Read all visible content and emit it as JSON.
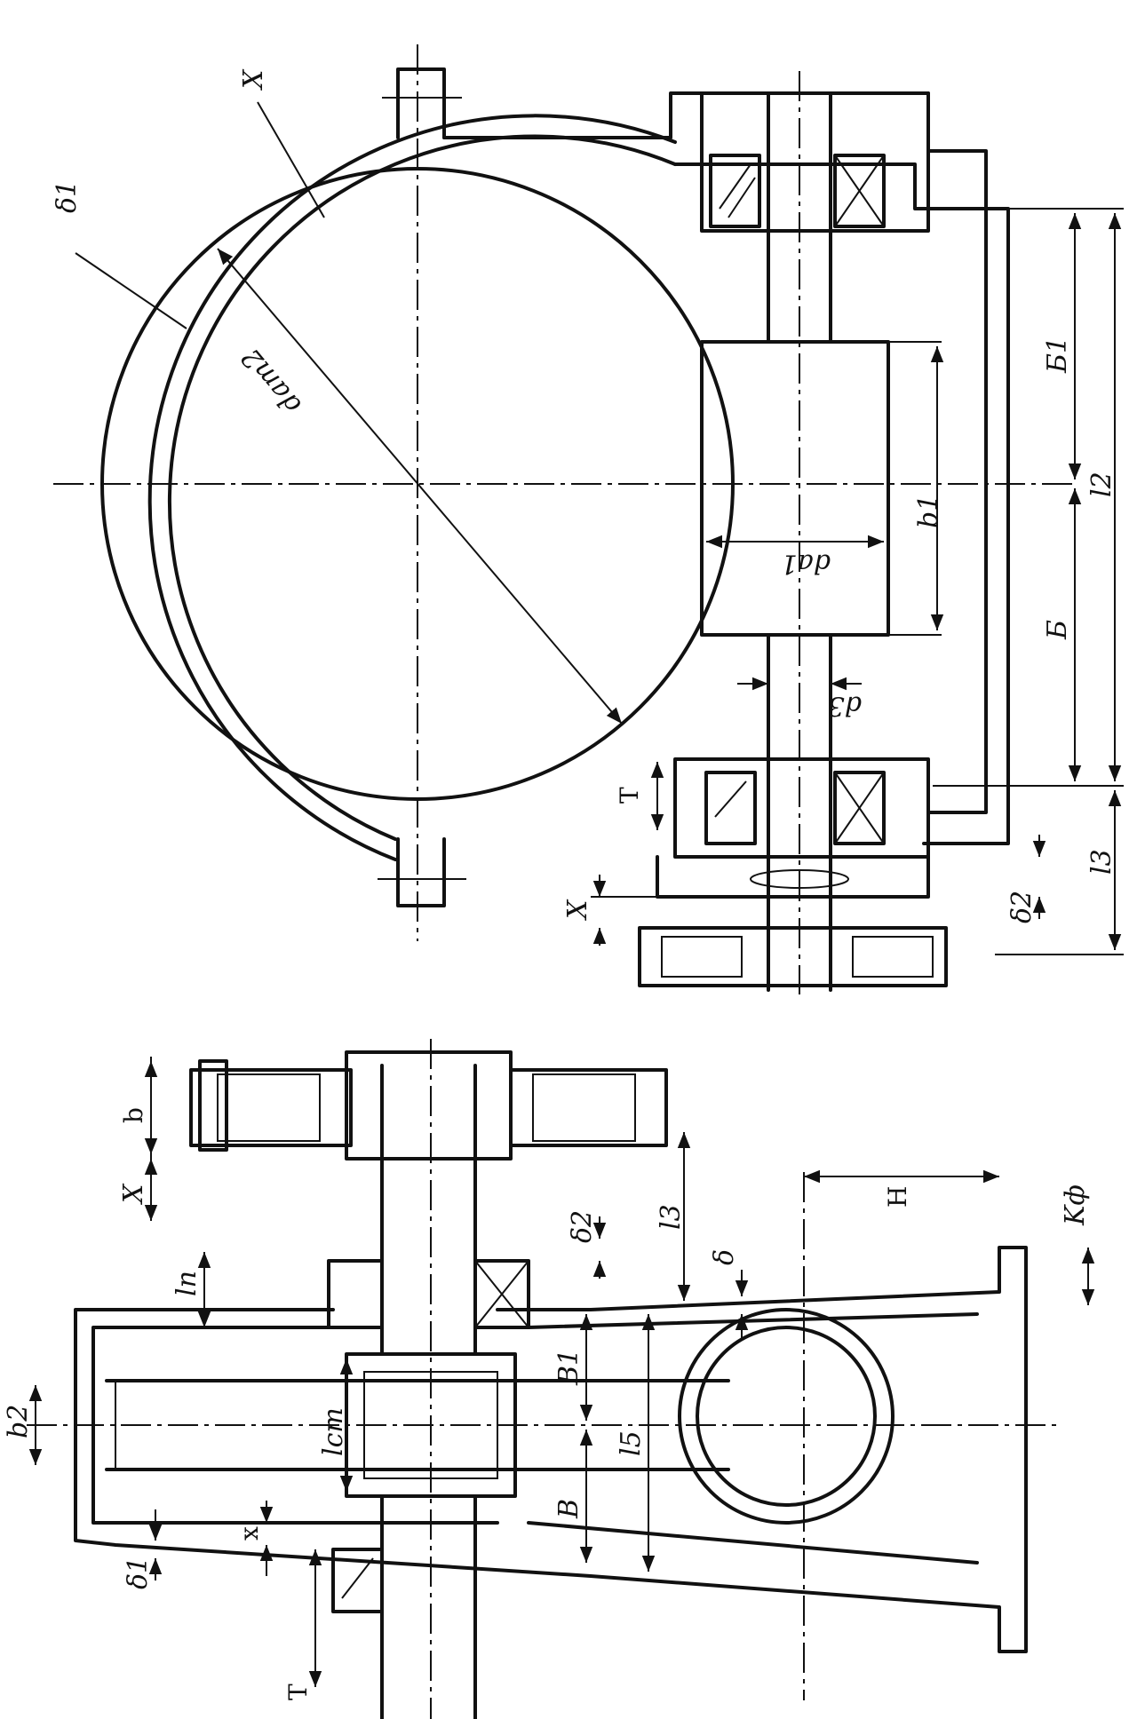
{
  "top_view": {
    "labels": {
      "x_top": "X",
      "delta1": "δ1",
      "dam2": "dam2",
      "b1": "b1",
      "da1": "da1",
      "d3": "d3",
      "B1_cyr": "Б1",
      "B_cyr": "Б",
      "l2": "l2",
      "l3": "l3",
      "T": "T",
      "x_bottom": "X",
      "delta2": "δ2"
    }
  },
  "side_view": {
    "labels": {
      "b": "b",
      "X": "X",
      "delta2": "δ2",
      "l3": "l3",
      "delta": "δ",
      "H": "H",
      "Kf": "Kф",
      "ln": "ln",
      "B1": "B1",
      "b2": "b2",
      "lcm": "lcm",
      "l5": "l5",
      "B": "B",
      "x_small": "x",
      "delta1": "δ1",
      "T": "T"
    }
  }
}
